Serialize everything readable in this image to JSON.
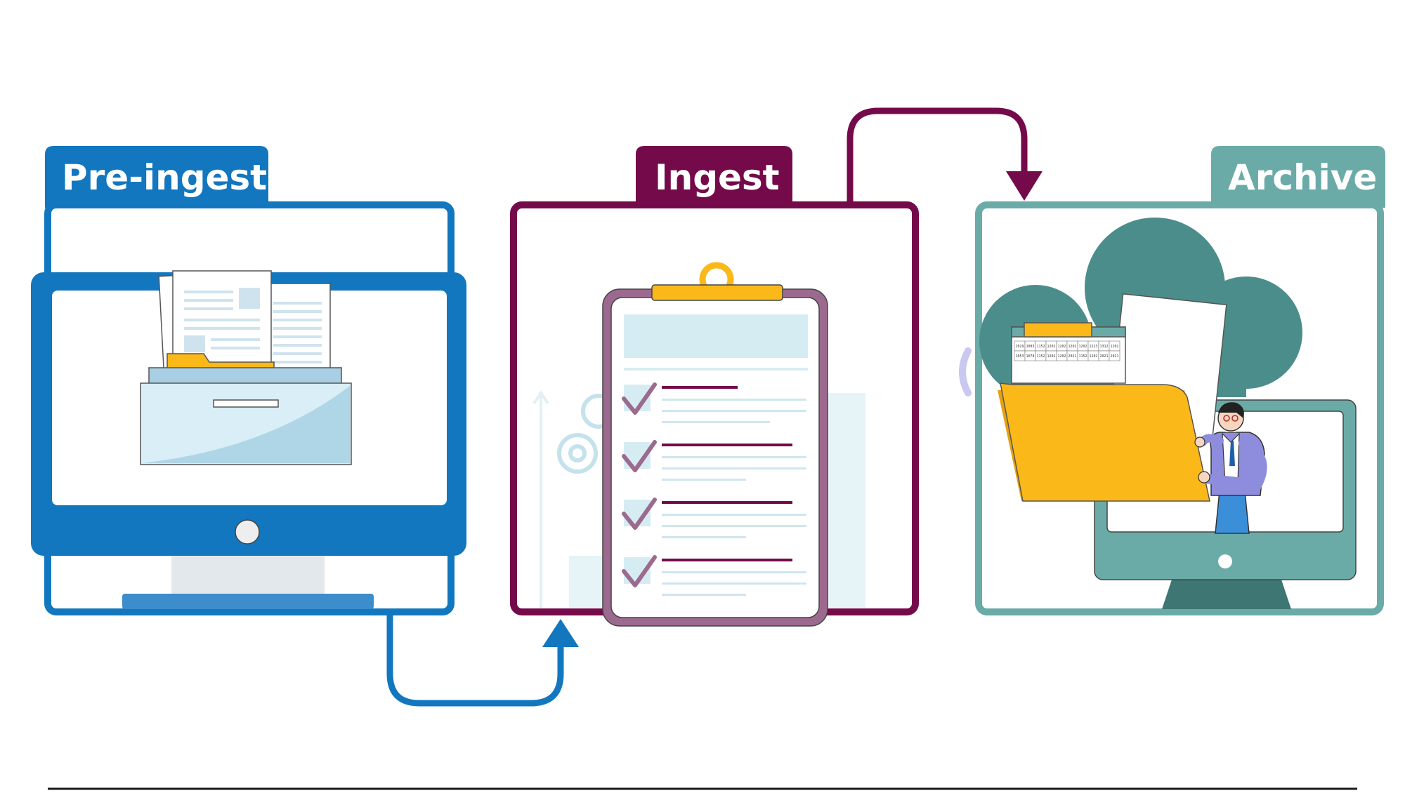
{
  "stages": [
    {
      "id": "pre-ingest",
      "label": "Pre-ingest"
    },
    {
      "id": "ingest",
      "label": "Ingest"
    },
    {
      "id": "archive",
      "label": "Archive"
    }
  ],
  "colors": {
    "pre_ingest": "#1277bf",
    "ingest": "#750a4a",
    "archive": "#6aaba8",
    "folder": "#fbb819",
    "light_blue": "#d6ecf3",
    "cloud": "#4b8d8a",
    "baseline": "#1a1a1a"
  },
  "cells": [
    "1029",
    "1083",
    "1152",
    "1202",
    "1202",
    "1202",
    "1202",
    "1223",
    "1312",
    "1202",
    "1053",
    "1078",
    "1152",
    "1202",
    "1202",
    "2021",
    "1152",
    "1202",
    "2021",
    "2021"
  ]
}
